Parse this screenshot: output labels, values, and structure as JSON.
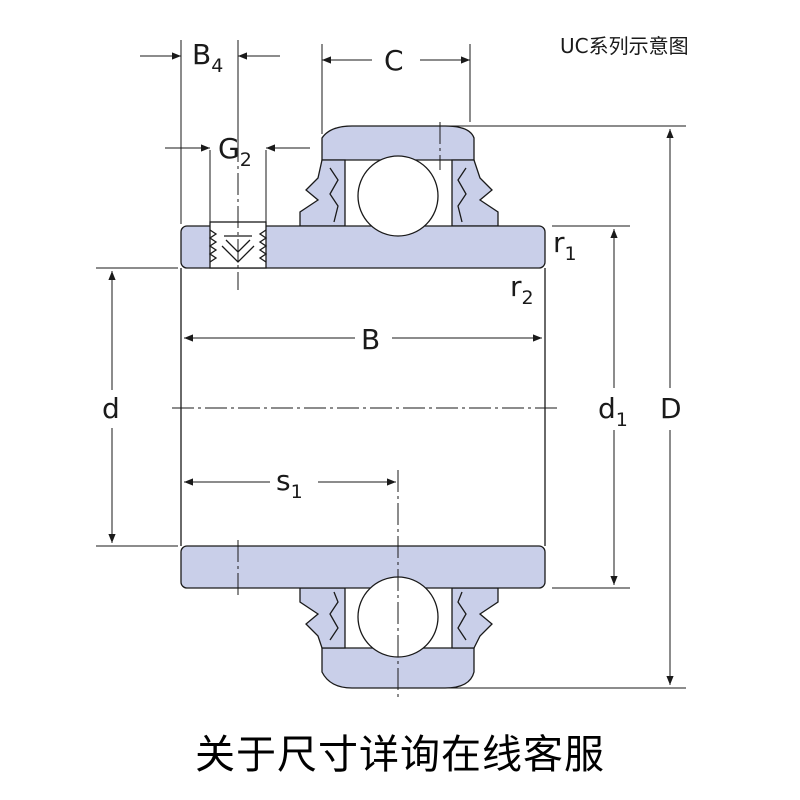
{
  "title": "UC系列示意图",
  "caption": "关于尺寸详询在线客服",
  "labels": {
    "B4": {
      "main": "B",
      "sub": "4"
    },
    "C": {
      "main": "C"
    },
    "G2": {
      "main": "G",
      "sub": "2"
    },
    "r1": {
      "main": "r",
      "sub": "1"
    },
    "r2": {
      "main": "r",
      "sub": "2"
    },
    "B": {
      "main": "B"
    },
    "d": {
      "main": "d"
    },
    "d1": {
      "main": "d",
      "sub": "1"
    },
    "D": {
      "main": "D"
    },
    "s1": {
      "main": "s",
      "sub": "1"
    }
  },
  "colors": {
    "fill": "#c9cfe9",
    "line": "#1a1a1a",
    "background": "#ffffff"
  }
}
